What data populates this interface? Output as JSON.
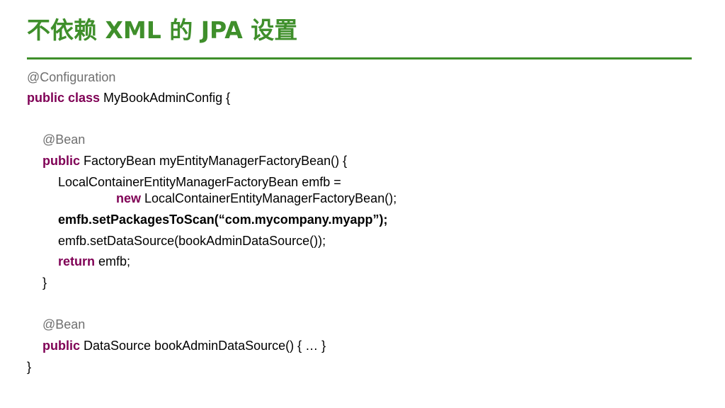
{
  "slide": {
    "title": "不依赖 XML 的 JPA 设置",
    "code": {
      "l1_annotation": "@Configuration",
      "l2_kw": "public class",
      "l2_rest": " MyBookAdminConfig {",
      "l3_annotation": "@Bean",
      "l4_kw": "public",
      "l4_rest": " FactoryBean myEntityManagerFactoryBean() {",
      "l5_text": "LocalContainerEntityManagerFactoryBean emfb =",
      "l6_kw": "new",
      "l6_rest": " LocalContainerEntityManagerFactoryBean();",
      "l7_text": "emfb.setPackagesToScan(“com.mycompany.myapp”);",
      "l8_text": "emfb.setDataSource(bookAdminDataSource());",
      "l9_kw": "return",
      "l9_rest": " emfb;",
      "l10_text": "}",
      "l11_annotation": "@Bean",
      "l12_kw": "public",
      "l12_rest": " DataSource bookAdminDataSource() { … }",
      "l13_text": "}"
    }
  },
  "colors": {
    "title": "#3f8f2b",
    "keyword": "#7f0055",
    "annotation": "#6f6f6f",
    "text": "#000000"
  }
}
